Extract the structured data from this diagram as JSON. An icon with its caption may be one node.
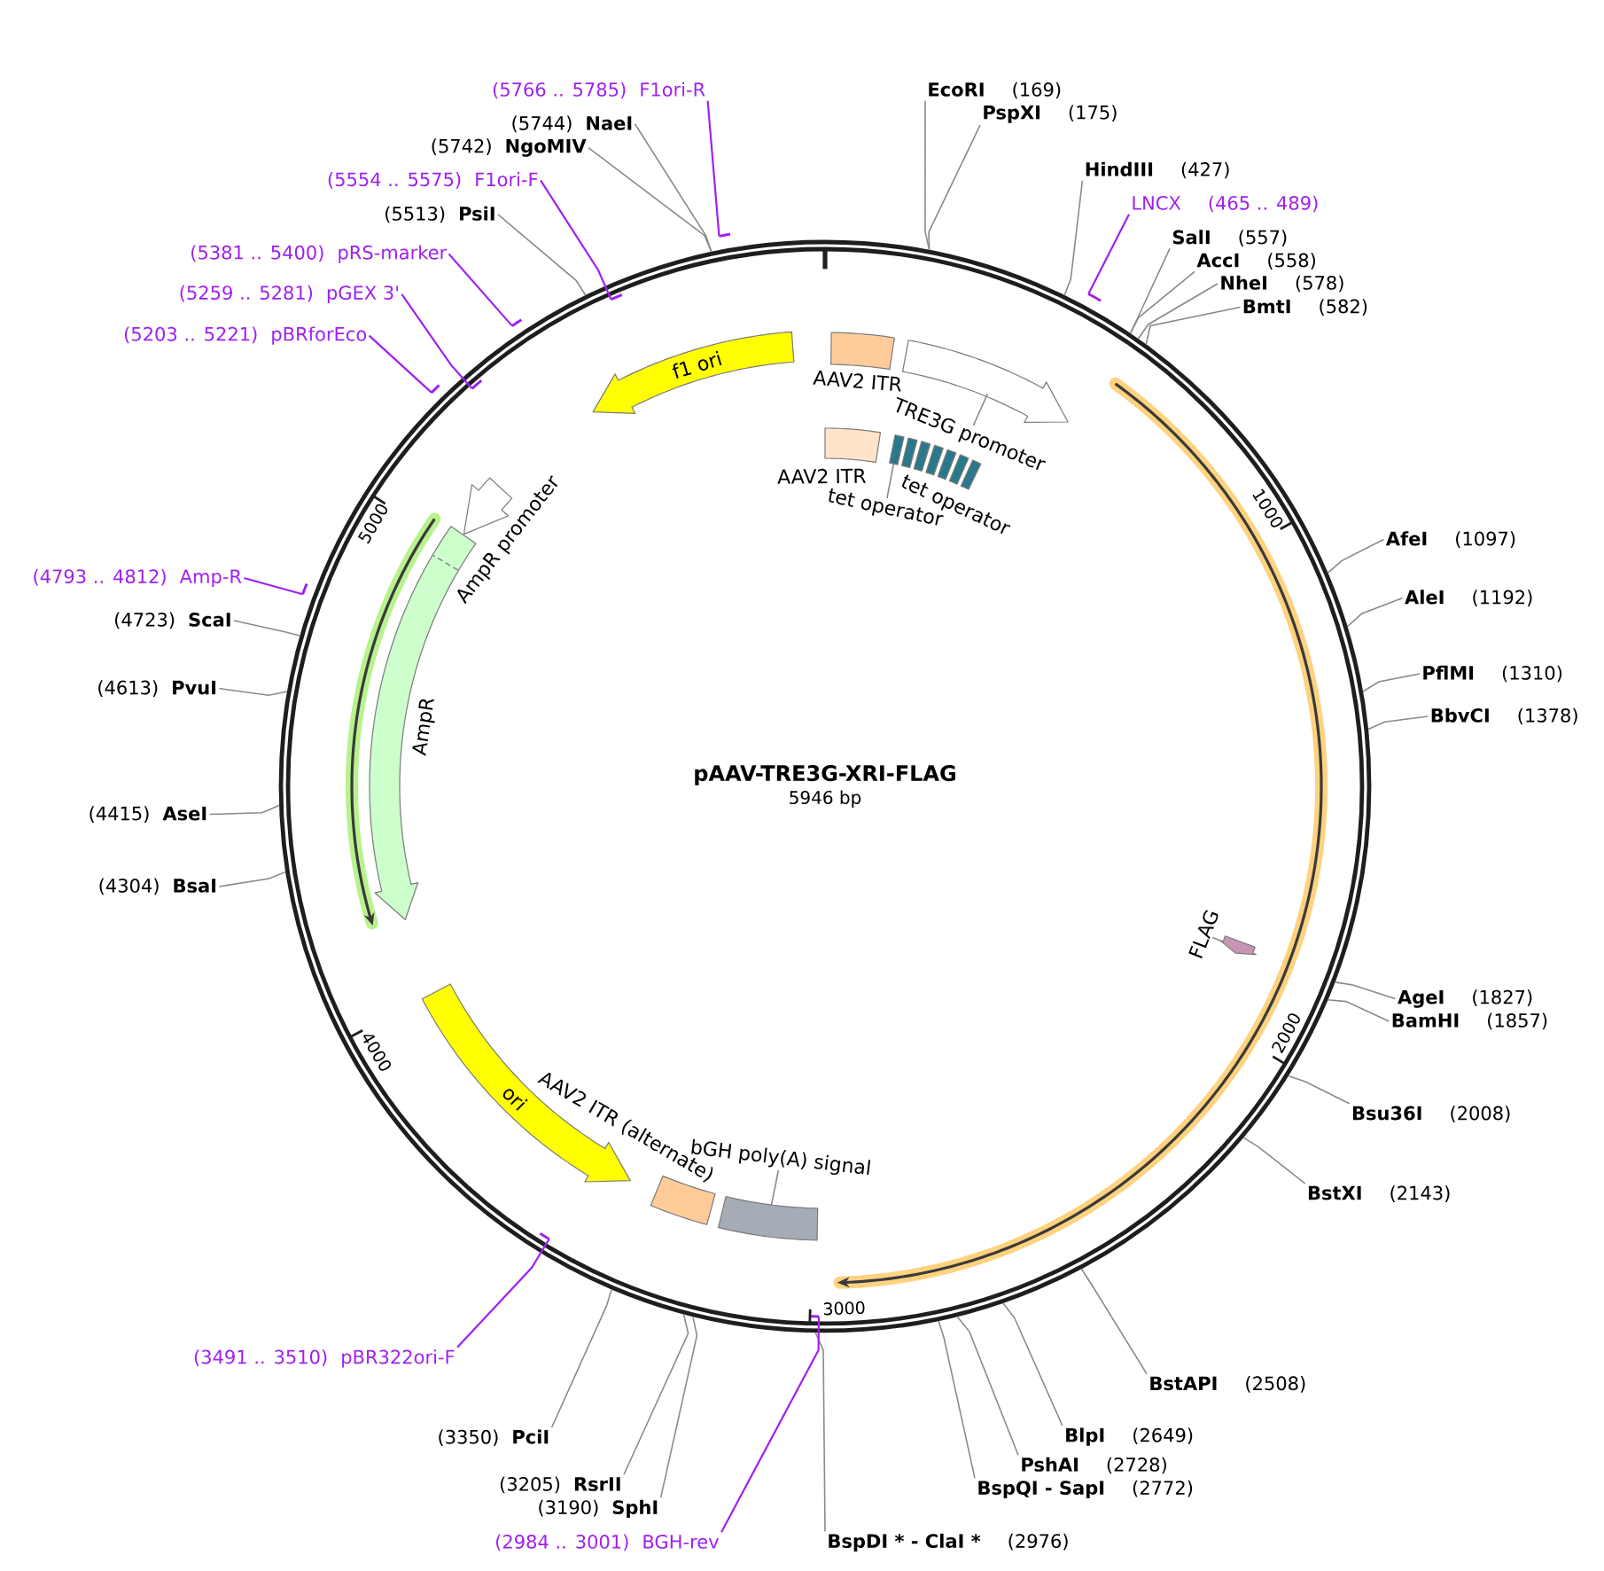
{
  "diagram": {
    "nodes": [
      {
        "text": [
          "pAAV-TRE3G-XRI-FLAG",
          "5946 bp"
        ]
      },
      {
        "text": [
          "AAV2 ITR"
        ],
        "in": 0
      },
      {
        "text": [],
        "shape": "arrow",
        "in": 0
      },
      {
        "text": [
          "TRE3G promoter"
        ],
        "in": 0
      },
      {
        "text": [
          "AAV2 ITR"
        ],
        "in": 0
      },
      {
        "text": [],
        "shape": "bar",
        "in": 0
      },
      {
        "text": [],
        "shape": "bar",
        "in": 0
      },
      {
        "text": [],
        "shape": "bar",
        "in": 0
      },
      {
        "text": [],
        "shape": "bar",
        "in": 0
      },
      {
        "text": [],
        "shape": "bar",
        "in": 0
      },
      {
        "text": [],
        "shape": "bar",
        "in": 0
      },
      {
        "text": [],
        "shape": "bar",
        "in": 0
      },
      {
        "text": [
          "tet operator"
        ],
        "in": 0
      },
      {
        "text": [],
        "shape": "arrow",
        "in": 0
      },
      {
        "text": [
          "FLAG"
        ],
        "in": 0
      },
      {
        "text": [],
        "shape": "box",
        "in": 0
      },
      {
        "text": [
          "bGH poly(A) signal"
        ],
        "in": 0
      },
      {
        "text": [
          "AAV2 ITR (alternate)"
        ],
        "in": 0
      },
      {
        "text": [
          "ori"
        ],
        "in": 0
      },
      {
        "text": [
          "AmpR"
        ],
        "in": 0
      },
      {
        "text": [
          "AmpR promoter"
        ],
        "in": 0
      },
      {
        "text": [
          "f1 ori"
        ],
        "in": 0
      },
      {
        "text": [
          "EcoRI",
          "(169)"
        ]
      },
      {
        "text": [
          "PspXI",
          "(175)"
        ]
      },
      {
        "text": [
          "HindIII",
          "(427)"
        ]
      },
      {
        "text": [
          "LNCX",
          "(465 .. 489)"
        ]
      },
      {
        "text": [
          "SalI",
          "(557)"
        ]
      },
      {
        "text": [
          "AccI",
          "(558)"
        ]
      },
      {
        "text": [
          "NheI",
          "(578)"
        ]
      },
      {
        "text": [
          "BmtI",
          "(582)"
        ]
      },
      {
        "text": [
          "AfeI",
          "(1097)"
        ]
      },
      {
        "text": [
          "AleI",
          "(1192)"
        ]
      },
      {
        "text": [
          "PflMI",
          "(1310)"
        ]
      },
      {
        "text": [
          "BbvCI",
          "(1378)"
        ]
      },
      {
        "text": [
          "AgeI",
          "(1827)"
        ]
      },
      {
        "text": [
          "BamHI",
          "(1857)"
        ]
      },
      {
        "text": [
          "Bsu36I",
          "(2008)"
        ]
      },
      {
        "text": [
          "BstXI",
          "(2143)"
        ]
      },
      {
        "text": [
          "BstAPI",
          "(2508)"
        ]
      },
      {
        "text": [
          "BlpI",
          "(2649)"
        ]
      },
      {
        "text": [
          "PshAI",
          "(2728)"
        ]
      },
      {
        "text": [
          "BspQI - SapI",
          "(2772)"
        ]
      },
      {
        "text": [
          "BspDI * - ClaI *",
          "(2976)"
        ]
      },
      {
        "text": [
          "(2984 .. 3001)",
          "BGH-rev"
        ]
      },
      {
        "text": [
          "(3190)",
          "SphI"
        ]
      },
      {
        "text": [
          "(3205)",
          "RsrII"
        ]
      },
      {
        "text": [
          "(3350)",
          "PciI"
        ]
      },
      {
        "text": [
          "(3491 .. 3510)",
          "pBR322ori-F"
        ]
      },
      {
        "text": [
          "(4304)",
          "BsaI"
        ]
      },
      {
        "text": [
          "(4415)",
          "AseI"
        ]
      },
      {
        "text": [
          "(4613)",
          "PvuI"
        ]
      },
      {
        "text": [
          "(4723)",
          "ScaI"
        ]
      },
      {
        "text": [
          "(4793 .. 4812)",
          "Amp-R"
        ]
      },
      {
        "text": [
          "(5203 .. 5221)",
          "pBRforEco"
        ]
      },
      {
        "text": [
          "(5259 .. 5281)",
          "pGEX 3'"
        ]
      },
      {
        "text": [
          "(5381 .. 5400)",
          "pRS-marker"
        ]
      },
      {
        "text": [
          "(5513)",
          "PsiI"
        ]
      },
      {
        "text": [
          "(5554 .. 5575)",
          "F1ori-F"
        ]
      },
      {
        "text": [
          "(5742)",
          "NgoMIV"
        ]
      },
      {
        "text": [
          "(5744)",
          "NaeI"
        ]
      },
      {
        "text": [
          "(5766 .. 5785)",
          "F1ori-R"
        ]
      },
      {
        "text": [],
        "shape": "bar"
      },
      {
        "text": [],
        "shape": "bar",
        "in": 0
      },
      {
        "text": [],
        "shape": "bar",
        "in": 0
      },
      {
        "text": [],
        "shape": "bar"
      },
      {
        "text": [],
        "shape": "bar"
      },
      {
        "text": [],
        "shape": "bar",
        "in": 0
      },
      {
        "text": [],
        "shape": "bar"
      },
      {
        "text": [],
        "shape": "bar",
        "in": 0
      },
      {
        "text": [],
        "shape": "bar"
      }
    ],
    "edges": [
      {
        "from": 3,
        "to": 2,
        "arrow": "none"
      },
      {
        "from": 12,
        "to": 5,
        "arrow": "none"
      },
      {
        "from": 14,
        "to": 13,
        "arrow": "none"
      },
      {
        "from": 16,
        "to": 15,
        "arrow": "none"
      },
      {
        "from": 22,
        "to": 0,
        "arrow": "none"
      },
      {
        "from": 23,
        "to": 0,
        "arrow": "none"
      },
      {
        "from": 24,
        "to": 0,
        "arrow": "none"
      },
      {
        "from": 25,
        "to": 61,
        "arrow": "none",
        "color": "#a020f0"
      },
      {
        "from": 26,
        "to": 0,
        "arrow": "none"
      },
      {
        "from": 27,
        "to": 0,
        "arrow": "none"
      },
      {
        "from": 28,
        "to": 0,
        "arrow": "none"
      },
      {
        "from": 29,
        "to": 0,
        "arrow": "none"
      },
      {
        "from": 30,
        "to": 0,
        "arrow": "none"
      },
      {
        "from": 31,
        "to": 0,
        "arrow": "none"
      },
      {
        "from": 32,
        "to": 0,
        "arrow": "none"
      },
      {
        "from": 33,
        "to": 0,
        "arrow": "none"
      },
      {
        "from": 34,
        "to": 0,
        "arrow": "none"
      },
      {
        "from": 35,
        "to": 0,
        "arrow": "none"
      },
      {
        "from": 36,
        "to": 0,
        "arrow": "none"
      },
      {
        "from": 37,
        "to": 0,
        "arrow": "none"
      },
      {
        "from": 38,
        "to": 0,
        "arrow": "none"
      },
      {
        "from": 39,
        "to": 0,
        "arrow": "none"
      },
      {
        "from": 40,
        "to": 0,
        "arrow": "none"
      },
      {
        "from": 41,
        "to": 0,
        "arrow": "none"
      },
      {
        "from": 42,
        "to": 0,
        "arrow": "none"
      },
      {
        "from": 43,
        "to": 62,
        "arrow": "none",
        "color": "#a020f0"
      },
      {
        "from": 44,
        "to": 0,
        "arrow": "none"
      },
      {
        "from": 45,
        "to": 0,
        "arrow": "none"
      },
      {
        "from": 46,
        "to": 0,
        "arrow": "none"
      },
      {
        "from": 47,
        "to": 63,
        "arrow": "none",
        "color": "#a020f0"
      },
      {
        "from": 48,
        "to": 0,
        "arrow": "none"
      },
      {
        "from": 49,
        "to": 0,
        "arrow": "none"
      },
      {
        "from": 50,
        "to": 0,
        "arrow": "none"
      },
      {
        "from": 51,
        "to": 0,
        "arrow": "none"
      },
      {
        "from": 52,
        "to": 64,
        "arrow": "none",
        "color": "#a020f0"
      },
      {
        "from": 53,
        "to": 65,
        "arrow": "none",
        "color": "#a020f0"
      },
      {
        "from": 54,
        "to": 66,
        "arrow": "none",
        "color": "#a020f0"
      },
      {
        "from": 55,
        "to": 67,
        "arrow": "none",
        "color": "#a020f0"
      },
      {
        "from": 56,
        "to": 0,
        "arrow": "none"
      },
      {
        "from": 57,
        "to": 68,
        "arrow": "none",
        "color": "#a020f0"
      },
      {
        "from": 58,
        "to": 0,
        "arrow": "none"
      },
      {
        "from": 59,
        "to": 0,
        "arrow": "none"
      },
      {
        "from": 60,
        "to": 69,
        "arrow": "none",
        "color": "#a020f0"
      }
    ],
    "labels": [
      "tet operator",
      "1000",
      "2000",
      "3000",
      "4000",
      "5000"
    ]
  }
}
